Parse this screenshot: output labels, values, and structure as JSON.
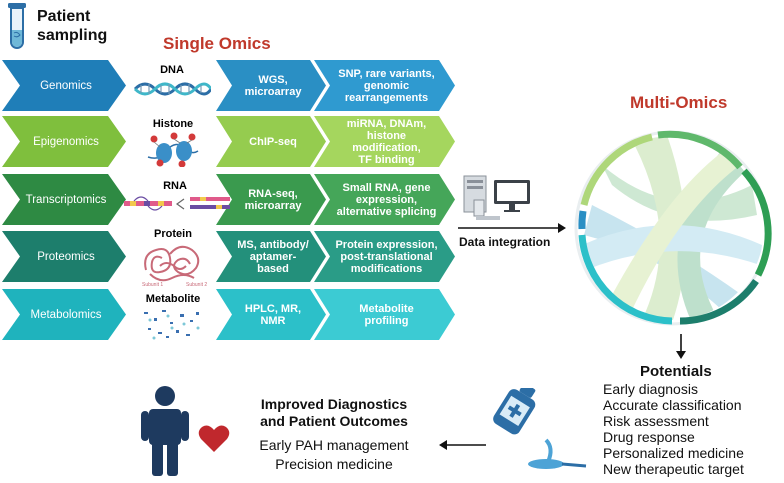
{
  "patient_sampling": {
    "line1": "Patient",
    "line2": "sampling"
  },
  "single_omics_title": "Single Omics",
  "rows": [
    {
      "omics": "Genomics",
      "molecule": "DNA",
      "method": "WGS,\nmicroarray",
      "output": "SNP, rare variants,\ngenomic\nrearrangements",
      "colors": {
        "c1": "#1f7eb8",
        "c2": "#2a8fc4",
        "c3": "#2f9ad0"
      }
    },
    {
      "omics": "Epigenomics",
      "molecule": "Histone",
      "method": "ChIP-seq",
      "output": "miRNA, DNAm,\nhistone\nmodification,\nTF binding",
      "colors": {
        "c1": "#7fbf3d",
        "c2": "#95cc4f",
        "c3": "#a5d65e"
      }
    },
    {
      "omics": "Transcriptomics",
      "molecule": "RNA",
      "method": "RNA-seq,\nmicroarray",
      "output": "Small RNA, gene\nexpression,\nalternative splicing",
      "colors": {
        "c1": "#2e8a43",
        "c2": "#3a9a4e",
        "c3": "#45a659"
      }
    },
    {
      "omics": "Proteomics",
      "molecule": "Protein",
      "method": "MS, antibody/\naptamer-based",
      "output": "Protein expression,\npost-translational\nmodifications",
      "colors": {
        "c1": "#1d7e6c",
        "c2": "#23907b",
        "c3": "#2a9c87"
      }
    },
    {
      "omics": "Metabolomics",
      "molecule": "Metabolite",
      "method": "HPLC, MR,\nNMR",
      "output": "Metabolite\nprofiling",
      "colors": {
        "c1": "#1fb3bd",
        "c2": "#2cc0c9",
        "c3": "#3ccbd3"
      }
    }
  ],
  "protein_subunits": {
    "left": "Subunit 1",
    "right": "Subunit 2"
  },
  "data_integration": "Data integration",
  "multi_omics_title": "Multi-Omics",
  "potentials": {
    "title": "Potentials",
    "items": [
      "Early diagnosis",
      "Accurate classification",
      "Risk assessment",
      "Drug response",
      "Personalized medicine",
      "New therapeutic target"
    ]
  },
  "outcomes": {
    "title_line1": "Improved Diagnostics",
    "title_line2": "and Patient Outcomes",
    "item1": "Early PAH management",
    "item2": "Precision medicine"
  },
  "colors": {
    "title_red": "#c0392b",
    "body_navy": "#1e3a5f",
    "heart_red": "#c0282d",
    "bottle_blue": "#2c6ea6"
  },
  "icons": [
    "test-tube-icon",
    "dna-icon",
    "histone-icon",
    "rna-icon",
    "protein-icon",
    "metabolite-icon",
    "computer-icon",
    "circos-plot-icon",
    "medicine-bottle-icon",
    "person-icon",
    "heart-icon"
  ]
}
